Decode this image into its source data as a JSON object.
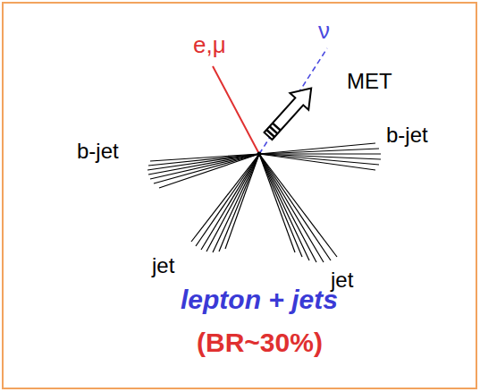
{
  "diagram": {
    "labels": [
      "e,μ",
      "ν",
      "MET",
      "b-jet",
      "b-jet",
      "jet",
      "jet",
      "lepton + jets",
      "(BR~30%)"
    ]
  }
}
